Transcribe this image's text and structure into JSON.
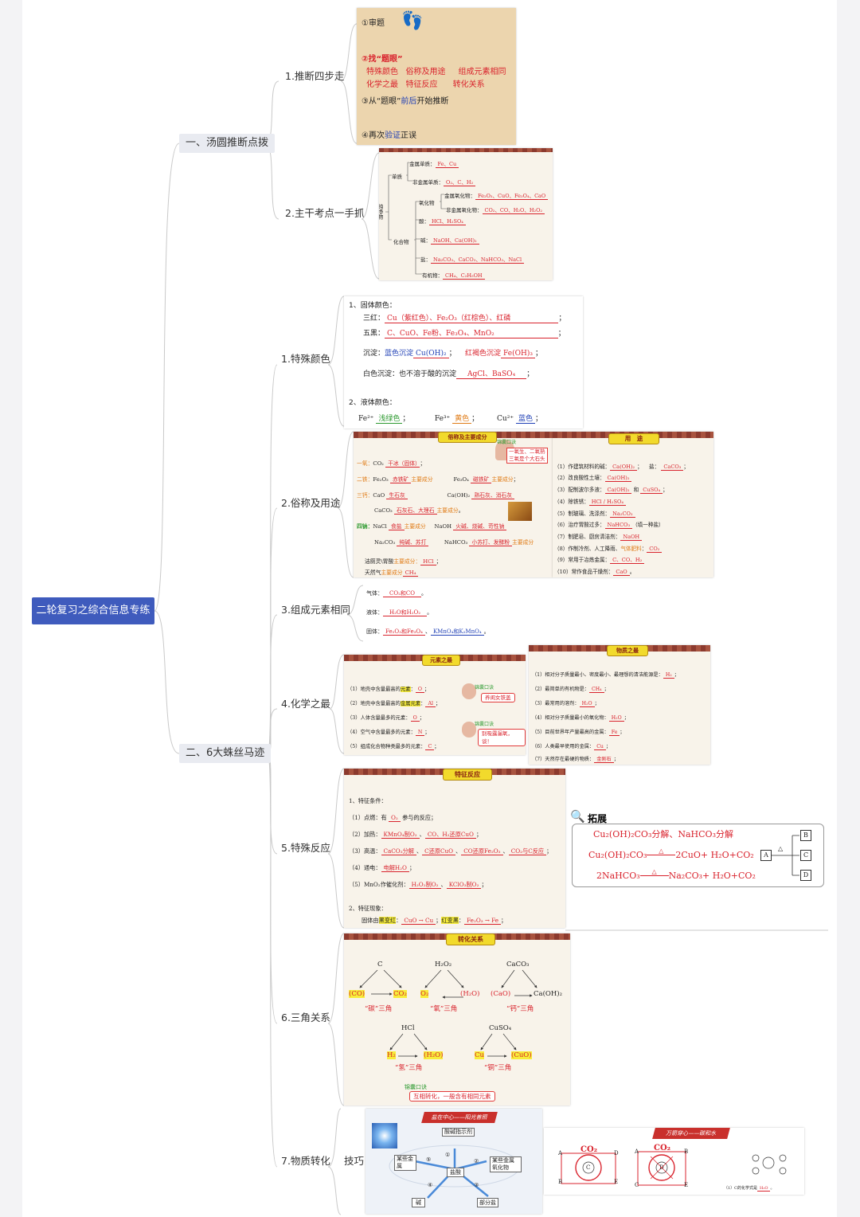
{
  "root": "二轮复习之综合信息专练",
  "branches": [
    "一、汤圆推断点拨",
    "二、6大蛛丝马迹"
  ],
  "leaves": {
    "l1": "1.推断四步走",
    "l2": "2.主干考点一手抓",
    "s1": "1.特殊颜色",
    "s2": "2.俗称及用途",
    "s3": "3.组成元素相同",
    "s4": "4.化学之最",
    "s5": "5.特殊反应",
    "s6": "6.三角关系",
    "s7": "7.物质转化",
    "s7b": "技巧"
  },
  "steps": {
    "s1": "①审题",
    "s2": "②找“题眼”",
    "s2a": [
      "特殊颜色",
      "俗称及用途",
      "组成元素相同"
    ],
    "s2b": [
      "化学之最",
      "特征反应",
      "转化关系"
    ],
    "s3a": "③从“题眼”",
    "s3b": "前后",
    "s3c": "开始推断",
    "s4a": "④再次",
    "s4b": "验证",
    "s4c": "正误"
  },
  "classify": {
    "pure": "纯净物",
    "single": "单质",
    "metal": "金属单质：",
    "metal_v": "Fe、Cu",
    "nonmetal": "非金属单质：",
    "nonmetal_v": "O₂、C、H₂",
    "compound": "化合物",
    "oxide": "氧化物",
    "mo": "金属氧化物：",
    "mo_v": "Fe₂O₃、CuO、Fe₃O₄、CaO",
    "nmo": "非金属氧化物：",
    "nmo_v": "CO₂、CO、H₂O、H₂O₂",
    "acid": "酸：",
    "acid_v": "HCl、H₂SO₄",
    "base": "碱：",
    "base_v": "NaOH、Ca(OH)₂",
    "salt": "盐：",
    "salt_v": "Na₂CO₃、CaCO₃、NaHCO₃、NaCl",
    "org": "有机物：",
    "org_v": "CH₄、C₂H₅OH"
  },
  "colors_card": {
    "h1": "1、固体颜色：",
    "red3": "三红：",
    "red3_v": "Cu（紫红色）、Fe₂O₃（红棕色）、红磷",
    "black5": "五黑：",
    "black5_v": "C、CuO、Fe粉、Fe₃O₄、MnO₂",
    "ppt": "沉淀：",
    "blue_p": "蓝色沉淀",
    "blue_p_v": "Cu(OH)₂",
    "rb_p": "红褐色沉淀",
    "rb_p_v": "Fe(OH)₃",
    "white_p": "白色沉淀：也不溶于酸的沉淀",
    "white_p_v": "AgCl、BaSO₄",
    "h2": "2、液体颜色：",
    "fe2": "Fe²⁺",
    "fe2_v": "浅绿色",
    "fe3": "Fe³⁺",
    "fe3_v": "黄色",
    "cu2": "Cu²⁺",
    "cu2_v": "蓝色"
  },
  "names_card": {
    "title": "俗称及主要成分",
    "tip_title": "锦囊口诀",
    "tip": [
      "一氧生、二氧熟",
      "三氧是个大石头"
    ],
    "rows": [
      [
        "一氧：",
        "CO₂",
        "干冰（固体）"
      ],
      [
        "二铁：",
        "Fe₂O₃",
        "赤铁矿",
        "主要成分",
        "Fe₃O₄",
        "磁铁矿",
        "主要成分"
      ],
      [
        "三钙：",
        "CaO",
        "生石灰",
        "Ca(OH)₂",
        "熟石灰、消石灰"
      ],
      [
        "",
        "CaCO₃",
        "石灰石、大理石",
        "主要成分"
      ],
      [
        "四钠：",
        "NaCl",
        "食盐",
        "主要成分",
        "NaOH",
        "火碱、烧碱、苛性钠"
      ],
      [
        "",
        "Na₂CO₃",
        "纯碱、苏打",
        "NaHCO₃",
        "小苏打、发酵粉",
        "主要成分"
      ],
      [
        "",
        "洁厕灵\\胃酸",
        "主要成分：",
        "HCl"
      ],
      [
        "",
        "天然气",
        "主要成分",
        "CH₄"
      ]
    ]
  },
  "use_card": {
    "title": "用　途",
    "rows": [
      [
        "（1）作建筑材料的碱：",
        "Ca(OH)₂",
        "；",
        "盐：",
        "CaCO₃"
      ],
      [
        "（2）改良酸性土壤：",
        "Ca(OH)₂"
      ],
      [
        "（3）配制波尔多液：",
        "Ca(OH)₂",
        "和",
        "CuSO₄"
      ],
      [
        "（4）除铁锈：",
        "HCl / H₂SO₄"
      ],
      [
        "（5）制玻璃、洗涤剂：",
        "Na₂CO₃"
      ],
      [
        "（6）治疗胃酸过多：",
        "NaHCO₃",
        "（填一种盐）"
      ],
      [
        "（7）制肥皂、厨房清洁剂：",
        "NaOH"
      ],
      [
        "（8）作制冷剂、人工降雨、",
        "气体肥料",
        "：",
        "CO₂"
      ],
      [
        "（9）常用于冶炼金属：",
        "C、CO、H₂"
      ],
      [
        "（10）常作食品干燥剂：",
        "CaO"
      ]
    ]
  },
  "same_elem": {
    "gas": "气体：",
    "gas_v": "CO₂和CO",
    "liq": "液体：",
    "liq_v": "H₂O和H₂O₂",
    "sol": "固体：",
    "sol_v1": "Fe₂O₃和Fe₃O₄",
    "sol_v2": "KMnO₄和K₂MnO₄"
  },
  "elem_most": {
    "title": "元素之最",
    "rows": [
      [
        "（1）地壳中含量最高的",
        "元素",
        "：",
        "O"
      ],
      [
        "（2）地壳中含量最高的",
        "金属元素",
        "：",
        "Al"
      ],
      [
        "（3）人体含量最多的元素：",
        "",
        "",
        "O"
      ],
      [
        "（4）空气中含量最多的元素：",
        "",
        "",
        "N"
      ],
      [
        "（5）组成化合物种类最多的元素：",
        "",
        "",
        "C"
      ]
    ],
    "tip1_t": "锦囊口诀",
    "tip1": "养闺女铁盖",
    "tip2_t": "锦囊口诀",
    "tip2": "别吸露漏氧，谈！"
  },
  "sub_most": {
    "title": "物质之最",
    "rows": [
      [
        "（1）相对分子质量最小、密度最小、最理想的清洁能源是：",
        "H₂"
      ],
      [
        "（2）最简单的有机物是：",
        "CH₄"
      ],
      [
        "（3）最常用的溶剂：",
        "H₂O"
      ],
      [
        "（4）相对分子质量最小的氧化物：",
        "H₂O"
      ],
      [
        "（5）目前世界年产量最高的金属：",
        "Fe"
      ],
      [
        "（6）人类最早使用的金属：",
        "Cu"
      ],
      [
        "（7）天然存在最硬的物质：",
        "金刚石"
      ]
    ]
  },
  "react_card": {
    "title": "特征反应",
    "h1": "1、特征条件：",
    "r1": "（1）点燃：有",
    "r1_v": "O₂",
    "r1_e": "参与的反应；",
    "r2": "（2）加热：",
    "r2_v1": "KMnO₄制O₂",
    "r2_v2": "CO、H₂还原CuO",
    "r3": "（3）高温：",
    "r3_v1": "CaCO₃分解",
    "r3_v2": "C还原CuO",
    "r3_v3": "CO还原Fe₂O₃",
    "r3_v4": "CO₂与C反应",
    "r4": "（4）通电：",
    "r4_v": "电解H₂O",
    "r5": "（5）MnO₂作催化剂：",
    "r5_v1": "H₂O₂制O₂",
    "r5_v2": "KClO₃制O₂",
    "h2": "2、特征现象：",
    "p1": "固体由",
    "p1_a": "黑变红",
    "p1_v": "CuO → Cu",
    "p1_b": "红变黑",
    "p1_w": "Fe₂O₃ → Fe"
  },
  "ext_card": {
    "title": "拓展",
    "l1": "Cu₂(OH)₂CO₃分解、NaHCO₃分解",
    "l2a": "Cu₂(OH)₂CO₃",
    "l2b": "2CuO+ H₂O+CO₂",
    "l3a": "2NaHCO₃",
    "l3b": "Na₂CO₃+ H₂O+CO₂",
    "delta": "△",
    "boxes": [
      "A",
      "B",
      "C",
      "D"
    ]
  },
  "tri_card": {
    "title": "转化关系",
    "t1": [
      "C",
      "(CO)",
      "CO₂",
      "“碳”三角"
    ],
    "t2": [
      "H₂O₂",
      "O₂",
      "(H₂O)",
      "“氧”三角"
    ],
    "t3": [
      "CaCO₃",
      "(CaO)",
      "Ca(OH)₂",
      "“钙”三角"
    ],
    "t4": [
      "HCl",
      "H₂",
      "(H₂O)",
      "“氢”三角"
    ],
    "t5": [
      "CuSO₄",
      "Cu",
      "(CuO)",
      "“铜”三角"
    ],
    "tip_t": "锦囊口诀",
    "tip": "互相转化，一般含有相同元素"
  },
  "conv_card": {
    "title": "盐在中心——阳光普照",
    "center": "盐酸",
    "nodes": [
      "酸碱指示剂",
      "某些金属氧化物",
      "部分盐",
      "碱",
      "某些金属"
    ],
    "nums": [
      "①",
      "②",
      "③",
      "④",
      "⑤"
    ]
  },
  "co2_card": {
    "title": "万箭穿心——碳和水",
    "co2": "CO₂",
    "letters": [
      "A",
      "B",
      "C",
      "D",
      "E"
    ],
    "note": "（1）C的化学式是",
    "note_v": "H₂O"
  }
}
